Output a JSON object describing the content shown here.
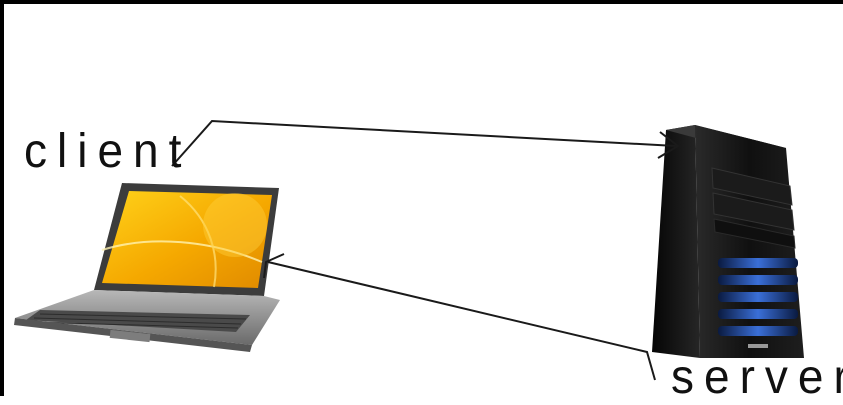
{
  "labels": {
    "client": "client",
    "server": "server"
  },
  "colors": {
    "frame": "#000000",
    "arrow": "#1a1a1a",
    "screen_orange": "#f5a800",
    "screen_yellow": "#ffd21a",
    "laptop_body": "#9a9a9a",
    "tower_body": "#141414",
    "tower_glow": "#3a6fd8"
  },
  "icons": {
    "client": "laptop-icon",
    "server": "server-tower-icon"
  },
  "connections": [
    {
      "from": "client",
      "to": "server"
    },
    {
      "from": "server",
      "to": "client"
    }
  ]
}
